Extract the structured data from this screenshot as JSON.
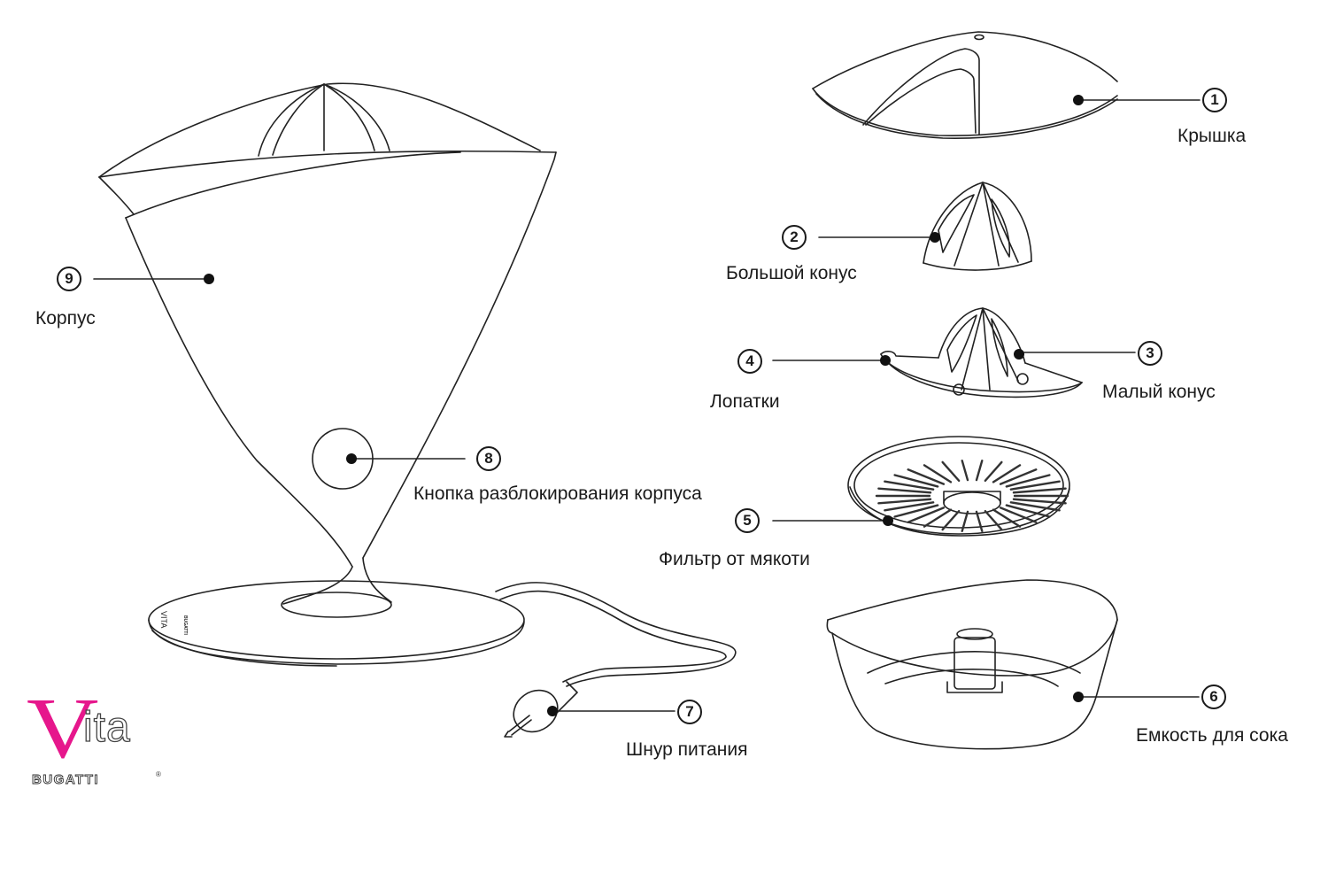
{
  "diagram": {
    "title": "Vita Bugatti citrus juicer – parts",
    "parts": [
      {
        "number": "1",
        "name": "Крышка"
      },
      {
        "number": "2",
        "name": "Большой конус"
      },
      {
        "number": "3",
        "name": "Малый конус"
      },
      {
        "number": "4",
        "name": "Лопатки"
      },
      {
        "number": "5",
        "name": "Фильтр от мякоти"
      },
      {
        "number": "6",
        "name": "Емкость для сока"
      },
      {
        "number": "7",
        "name": "Шнур питания"
      },
      {
        "number": "8",
        "name": "Кнопка разблокирования корпуса"
      },
      {
        "number": "9",
        "name": "Корпус"
      }
    ],
    "base_imprint": {
      "brand": "VITA",
      "sub": "BUGATTI"
    }
  },
  "logo": {
    "initial": "V",
    "rest": "ita",
    "brand": "BUGATTI",
    "registered": "®",
    "accent_color": "#e6178c"
  }
}
